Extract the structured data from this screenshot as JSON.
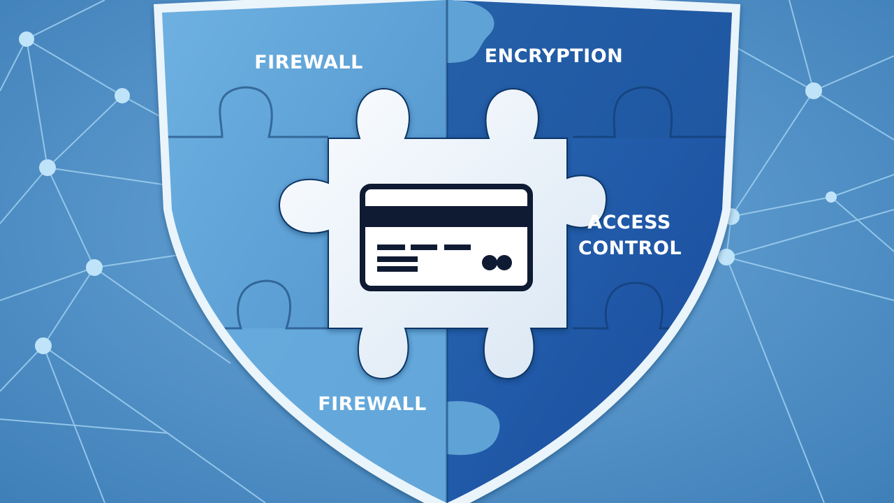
{
  "labels": {
    "top_left": "FIREWALL",
    "top_right": "ENCRYPTION",
    "right_line1": "ACCESS",
    "right_line2": "CONTROL",
    "bottom_left": "FIREWALL"
  },
  "icons": {
    "center": "credit-card-icon",
    "emblem": "shield-icon",
    "background": "network-graph"
  },
  "colors": {
    "background": "#4f8fc4",
    "shield_rim": "#eaf4fb",
    "light_blue_piece": "#62a6d8",
    "dark_blue_piece": "#1f5da8",
    "center_piece": "#eef3f9",
    "card_outline": "#0f1b33"
  }
}
